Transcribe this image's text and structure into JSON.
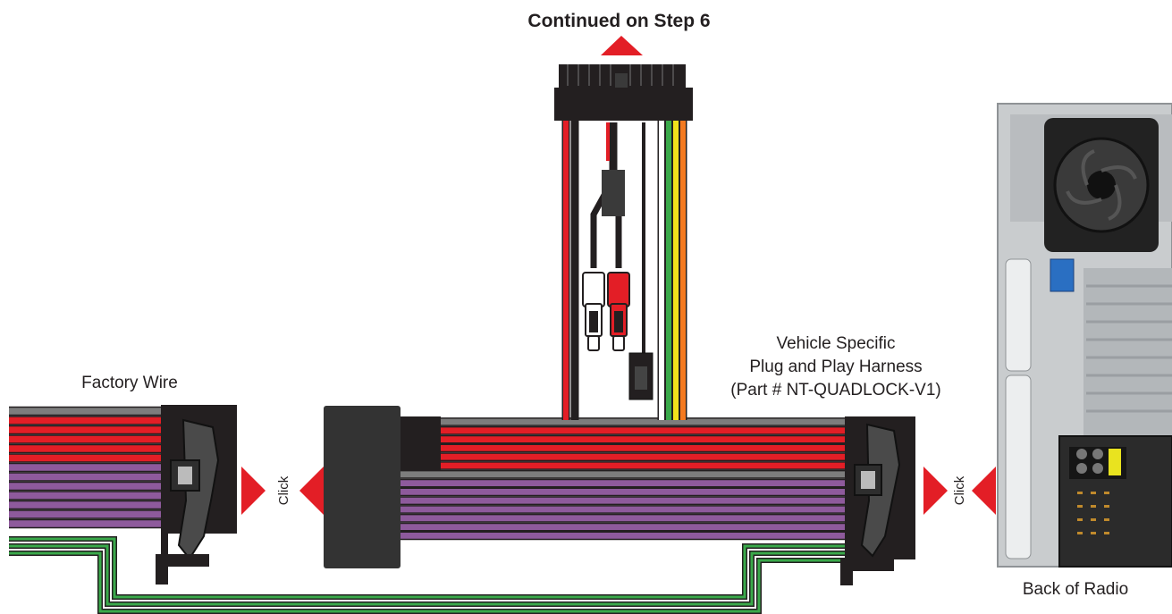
{
  "labels": {
    "top": "Continued on Step 6",
    "harness_line1": "Vehicle Specific",
    "harness_line2": "Plug and Play Harness",
    "harness_line3": "(Part # NT-QUADLOCK-V1)",
    "factory": "Factory Wire",
    "radio": "Back of Radio",
    "click_left": "Click",
    "click_right": "Click"
  },
  "colors": {
    "arrow_red": "#e31e26",
    "connector_black": "#231f20",
    "connector_gray": "#333333",
    "wire_red": "#e31e26",
    "wire_gray": "#7d7d7d",
    "wire_purple": "#8e5a9c",
    "wire_green": "#3aa94a",
    "wire_yellow": "#f1e21c",
    "wire_orange": "#f47a20",
    "wire_white": "#ffffff",
    "radio_body": "#c8cbcd"
  },
  "wire_sequences": {
    "left_bundle": [
      "gray",
      "red",
      "red",
      "red",
      "red",
      "red",
      "purple",
      "purple",
      "purple",
      "purple",
      "purple",
      "purple",
      "purple"
    ],
    "middle_bundle": [
      "gray",
      "red",
      "red",
      "red",
      "red",
      "red",
      "gray",
      "purple",
      "purple",
      "purple",
      "purple",
      "purple",
      "purple",
      "purple"
    ],
    "top_drop": [
      "red",
      "black",
      "white",
      "green",
      "yellow",
      "orange"
    ]
  }
}
